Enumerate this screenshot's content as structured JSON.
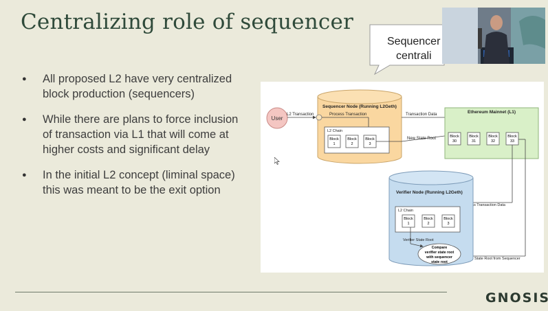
{
  "slide": {
    "title": "Centralizing role of sequencer",
    "bullets": [
      "All proposed L2 have very centralized block production (sequencers)",
      "While there are plans to force inclusion of transaction via L1 that will come at higher costs and significant delay",
      "In the initial L2 concept (liminal space) this was meant to be the exit option"
    ],
    "callout": {
      "line1": "Sequencer",
      "line2": "centrali"
    },
    "logo": "GNOSIS",
    "colors": {
      "background": "#ebeadb",
      "title": "#2f4a3a",
      "sequencer_node": "#fad7a0",
      "ethereum_mainnet": "#d9f0c8",
      "verifier_node": "#c5dcef",
      "user": "#f4c6c2"
    }
  },
  "diagram": {
    "user": "User",
    "l2_transaction": "L2 Transaction",
    "sequencer_node": "Sequencer Node (Running L2Geth)",
    "process_transaction": "Process Transaction",
    "transaction_data": "Transaction Data",
    "new_state_root": "New State Root",
    "ethereum_mainnet": "Ethereum Mainnet (L1)",
    "l2_chain": "L2 Chain",
    "sequencer_blocks": [
      {
        "line1": "Block",
        "line2": "1"
      },
      {
        "line1": "Block",
        "line2": "2"
      },
      {
        "line1": "Block",
        "line2": "3"
      }
    ],
    "l1_blocks": [
      {
        "line1": "Block",
        "line2": "30"
      },
      {
        "line1": "Block",
        "line2": "31"
      },
      {
        "line1": "Block",
        "line2": "32"
      },
      {
        "line1": "Block",
        "line2": "33"
      }
    ],
    "verifier_node": "Verifier Node (Running L2Geth)",
    "process_transaction_data": "Process Transaction Data",
    "verifier_l2_chain": "L2 Chain",
    "verifier_blocks": [
      {
        "line1": "Block",
        "line2": "1"
      },
      {
        "line1": "Block",
        "line2": "2"
      },
      {
        "line1": "Block",
        "line2": "3"
      }
    ],
    "verifier_state_root": "Verifier State Root",
    "compare": [
      "Compare",
      "verifier state root",
      "with sequencer",
      "state root"
    ],
    "state_root_from_sequencer": "State Root from Sequencer"
  }
}
